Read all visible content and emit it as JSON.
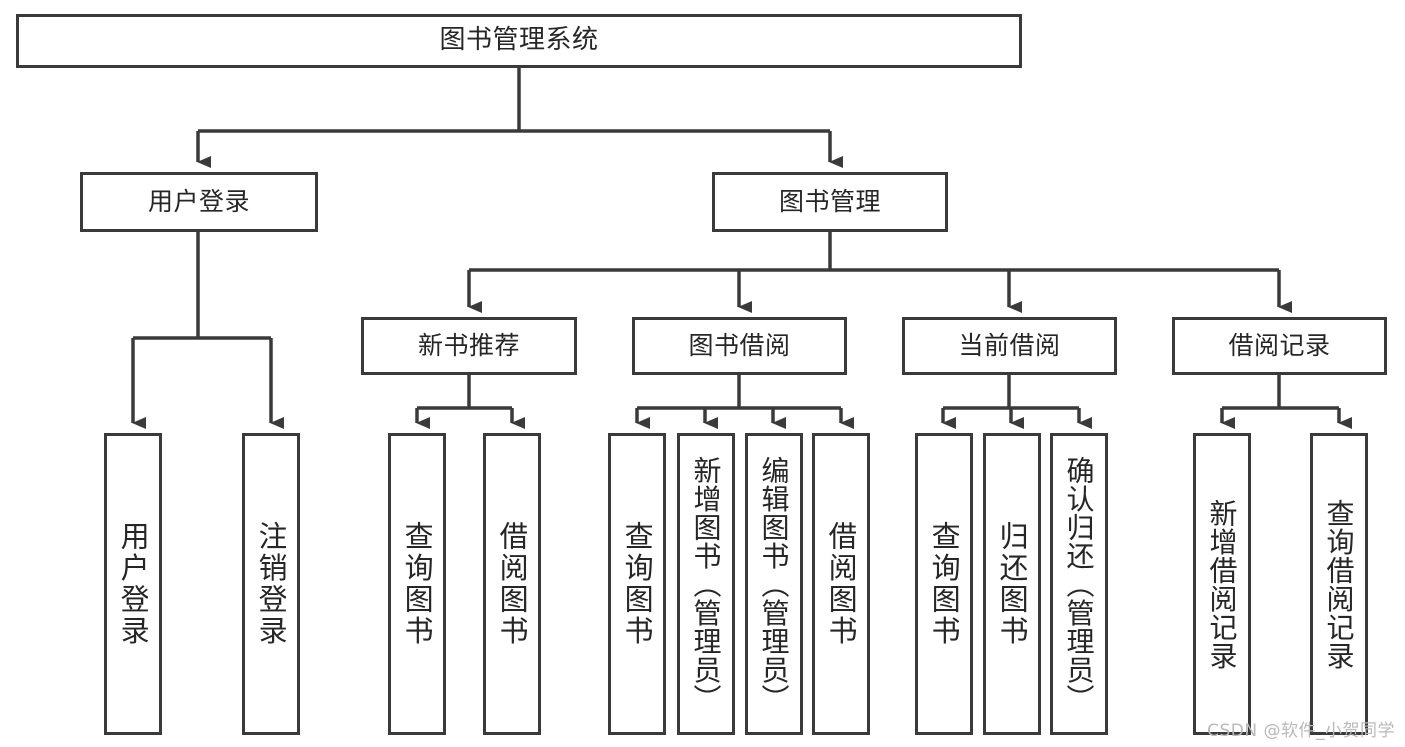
{
  "diagram": {
    "title": "图书管理系统",
    "type": "tree-functional-decomposition",
    "stroke_color": "#3a3a3a",
    "text_color": "#262626",
    "background": "#ffffff"
  },
  "nodes": {
    "root": {
      "label": "图书管理系统"
    },
    "level1": [
      {
        "id": "user-login",
        "label": "用户登录"
      },
      {
        "id": "book-manage",
        "label": "图书管理"
      }
    ],
    "level2": [
      {
        "id": "new-book-rec",
        "label": "新书推荐"
      },
      {
        "id": "book-borrow",
        "label": "图书借阅"
      },
      {
        "id": "current-borrow",
        "label": "当前借阅"
      },
      {
        "id": "borrow-record",
        "label": "借阅记录"
      }
    ],
    "leaves": [
      {
        "id": "leaf-user-login",
        "label": "用户登录"
      },
      {
        "id": "leaf-logout",
        "label": "注销登录"
      },
      {
        "id": "leaf-query-book-1",
        "label": "查询图书"
      },
      {
        "id": "leaf-borrow-book-1",
        "label": "借阅图书"
      },
      {
        "id": "leaf-query-book-2",
        "label": "查询图书"
      },
      {
        "id": "leaf-add-book",
        "label": "新增图书（管理员）"
      },
      {
        "id": "leaf-edit-book",
        "label": "编辑图书（管理员）"
      },
      {
        "id": "leaf-borrow-book-2",
        "label": "借阅图书"
      },
      {
        "id": "leaf-query-book-3",
        "label": "查询图书"
      },
      {
        "id": "leaf-return-book",
        "label": "归还图书"
      },
      {
        "id": "leaf-confirm-return",
        "label": "确认归还（管理员）"
      },
      {
        "id": "leaf-add-record",
        "label": "新增借阅记录"
      },
      {
        "id": "leaf-query-record",
        "label": "查询借阅记录"
      }
    ]
  },
  "watermark": {
    "text": "CSDN @软件_小贺同学"
  }
}
